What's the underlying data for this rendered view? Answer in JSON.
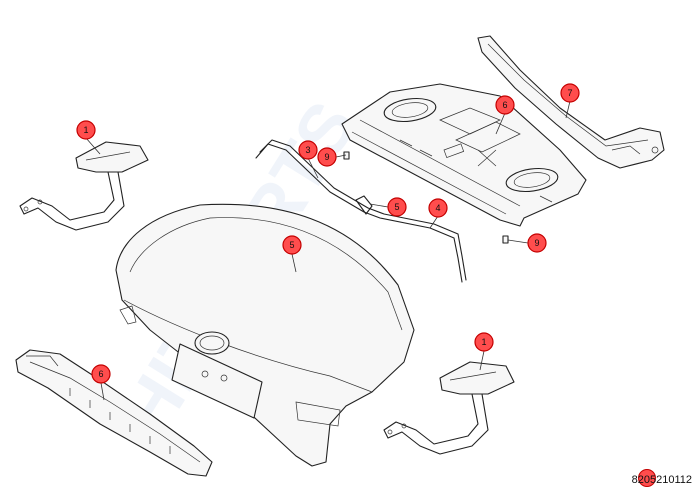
{
  "watermark": "HIT PARTS",
  "document_code": "8205210112",
  "callouts": [
    {
      "id": "c1a",
      "label": "1"
    },
    {
      "id": "c1b",
      "label": "1"
    },
    {
      "id": "c3",
      "label": "3"
    },
    {
      "id": "c4",
      "label": "4"
    },
    {
      "id": "c5a",
      "label": "5"
    },
    {
      "id": "c5b",
      "label": "5"
    },
    {
      "id": "c6a",
      "label": "6"
    },
    {
      "id": "c6b",
      "label": "6"
    },
    {
      "id": "c7",
      "label": "7"
    },
    {
      "id": "c9a",
      "label": "9"
    },
    {
      "id": "c9b",
      "label": "9"
    }
  ]
}
